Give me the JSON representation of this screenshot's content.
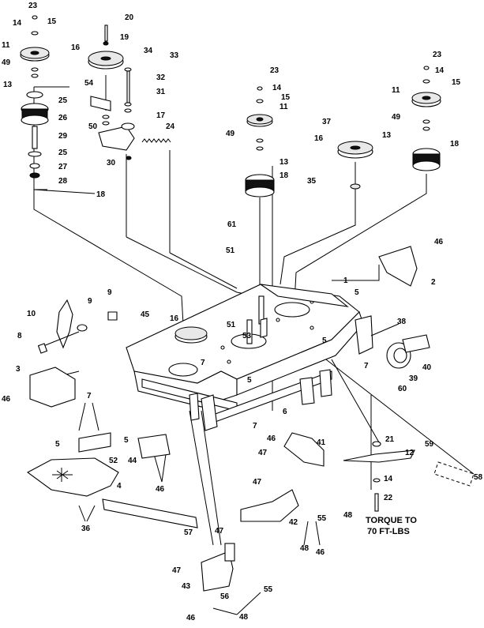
{
  "diagram": {
    "callouts": [
      "23",
      "14",
      "15",
      "11",
      "49",
      "13",
      "25",
      "26",
      "29",
      "25",
      "27",
      "28",
      "18",
      "20",
      "19",
      "16",
      "34",
      "33",
      "32",
      "31",
      "54",
      "50",
      "17",
      "24",
      "30",
      "23",
      "14",
      "15",
      "11",
      "49",
      "13",
      "18",
      "37",
      "16",
      "35",
      "23",
      "14",
      "15",
      "11",
      "49",
      "13",
      "18",
      "61",
      "51",
      "46",
      "2",
      "1",
      "5",
      "9",
      "10",
      "8",
      "9",
      "45",
      "16",
      "7",
      "51",
      "53",
      "5",
      "7",
      "38",
      "3",
      "46",
      "7",
      "5",
      "5",
      "52",
      "44",
      "4",
      "36",
      "46",
      "57",
      "5",
      "6",
      "7",
      "60",
      "39",
      "40",
      "46",
      "41",
      "47",
      "47",
      "42",
      "48",
      "55",
      "48",
      "46",
      "21",
      "12",
      "14",
      "22",
      "59",
      "58",
      "47",
      "47",
      "43",
      "56",
      "55",
      "46",
      "48"
    ],
    "torque_note": [
      "TORQUE TO",
      "70 FT-LBS"
    ]
  }
}
